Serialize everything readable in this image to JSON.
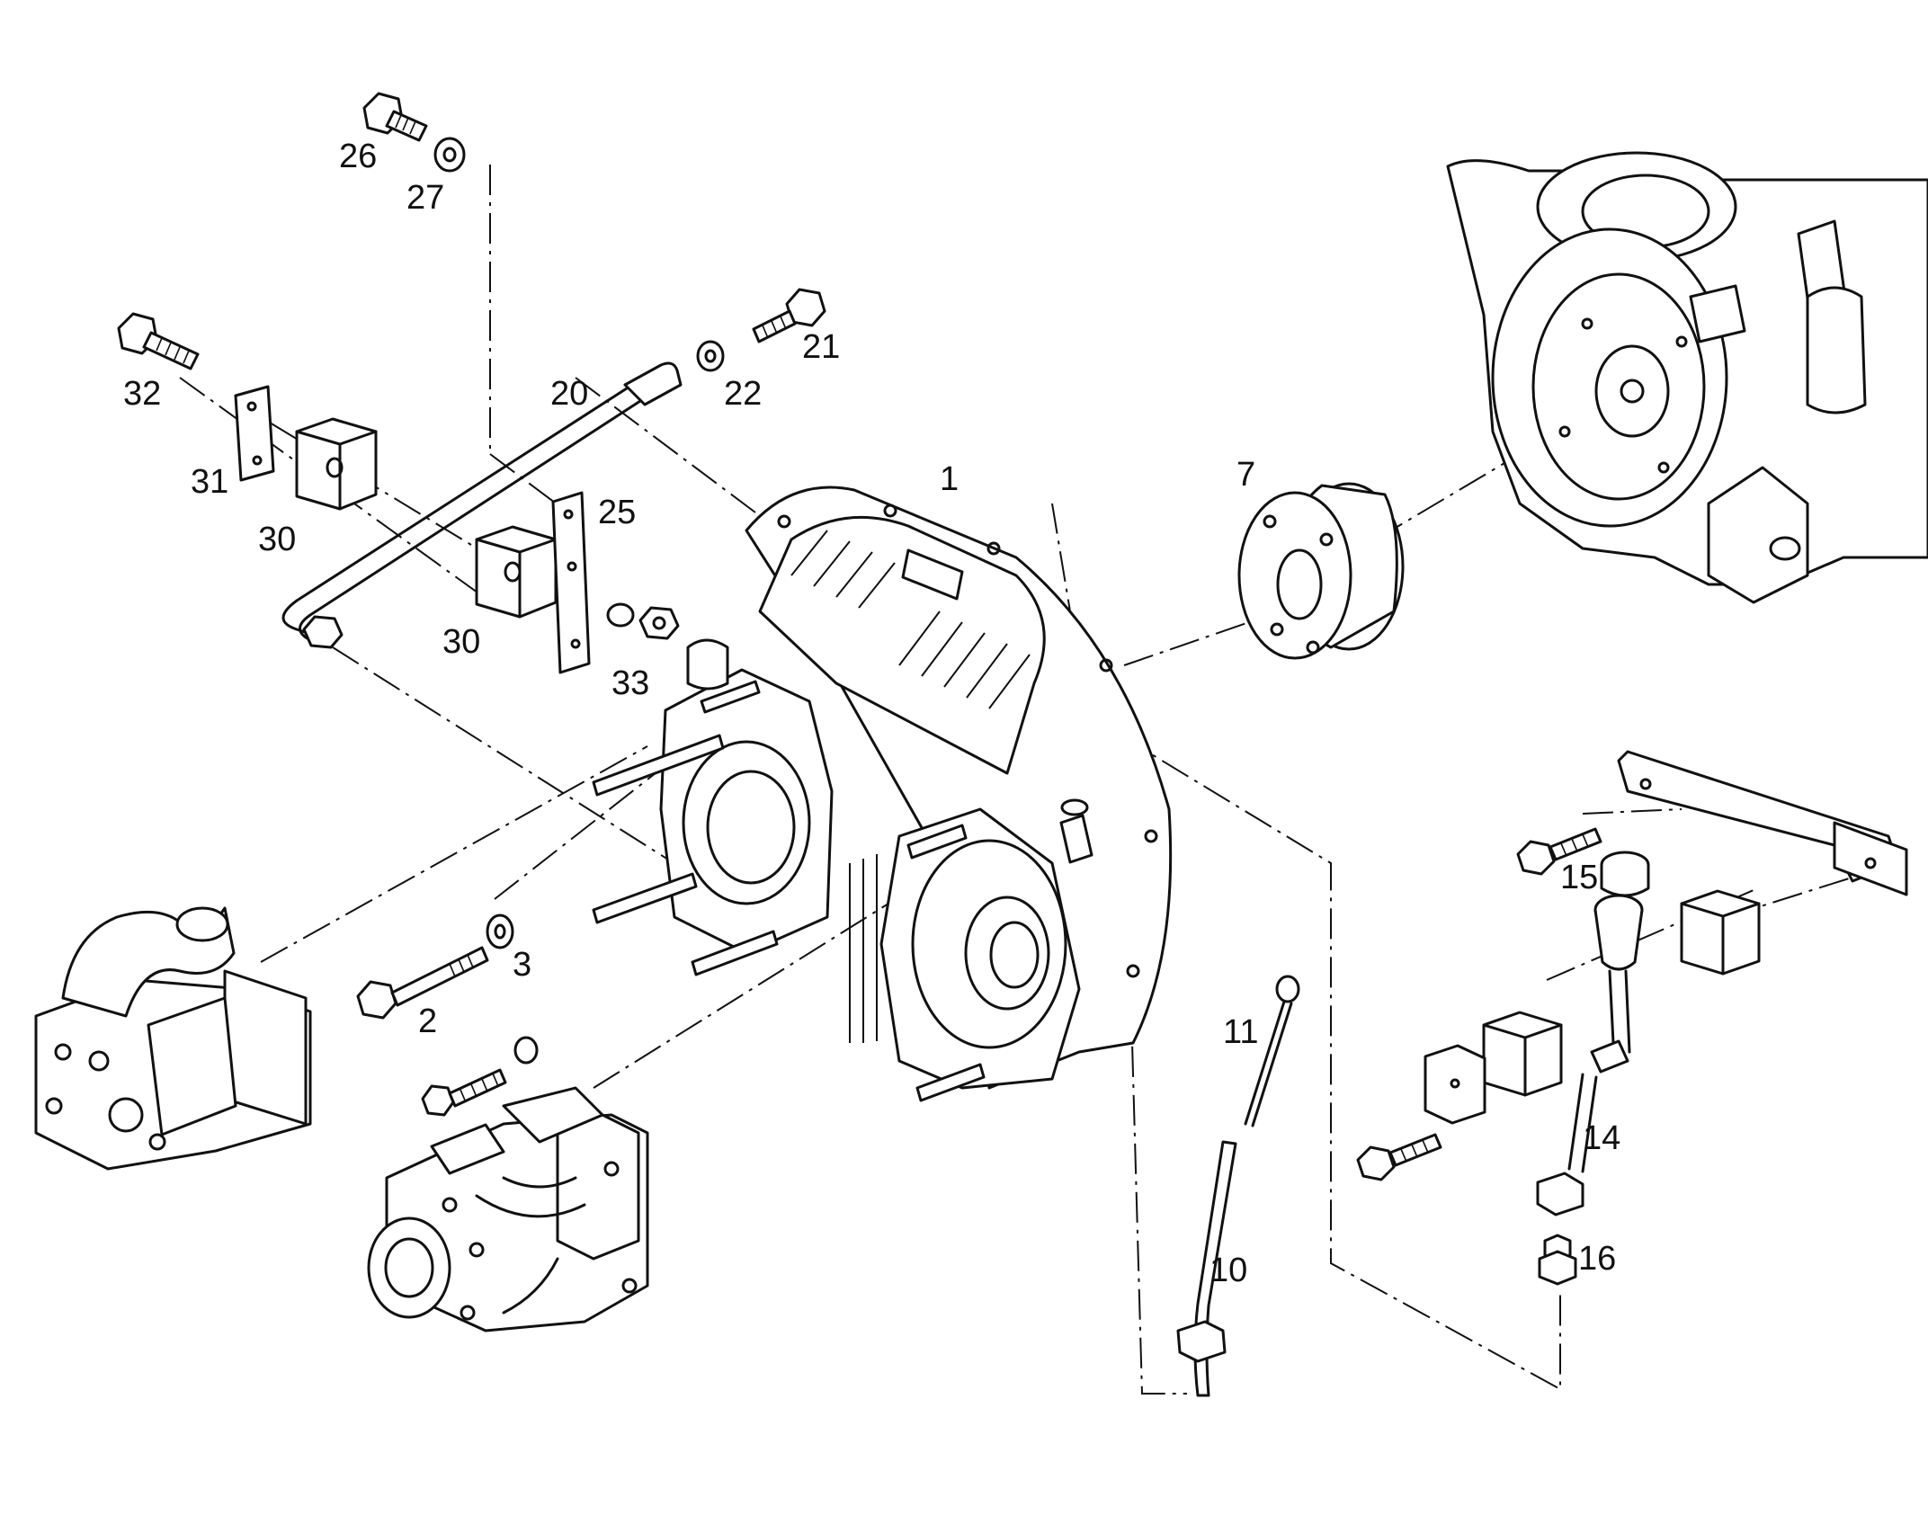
{
  "diagram": {
    "part_labels": {
      "p1": "1",
      "p2": "2",
      "p3": "3",
      "p7": "7",
      "p10": "10",
      "p11": "11",
      "p14": "14",
      "p15": "15",
      "p16": "16",
      "p20": "20",
      "p21": "21",
      "p22": "22",
      "p25": "25",
      "p26": "26",
      "p27": "27",
      "p30a": "30",
      "p30b": "30",
      "p31": "31",
      "p32": "32",
      "p33": "33"
    }
  }
}
